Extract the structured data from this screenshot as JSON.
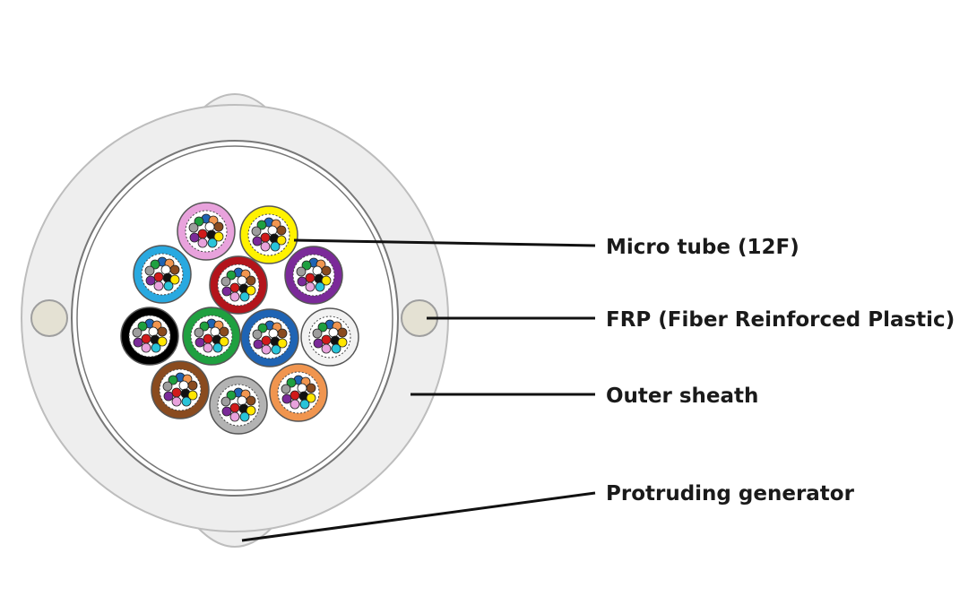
{
  "labels": {
    "micro_tube": "Micro tube (12F)",
    "frp": "FRP (Fiber Reinforced Plastic)",
    "outer_sheath": "Outer sheath",
    "protruding_generator": "Protruding generator"
  },
  "colors": {
    "sheath_fill": "#eeeeee",
    "sheath_stroke": "#bdbdbd",
    "core_fill": "#ffffff",
    "frp_fill": "#e4e1d3",
    "frp_stroke": "#9e9e9e",
    "leader_line": "#111111"
  },
  "micro_tubes": [
    {
      "position": "top-1",
      "color": "#e8a2dc"
    },
    {
      "position": "top-2",
      "color": "#fff200"
    },
    {
      "position": "row2-1",
      "color": "#29a9e0"
    },
    {
      "position": "row2-2",
      "color": "#b3141b"
    },
    {
      "position": "row2-3",
      "color": "#7b2a99"
    },
    {
      "position": "row3-1",
      "color": "#000000"
    },
    {
      "position": "row3-2",
      "color": "#1fa040"
    },
    {
      "position": "row3-3",
      "color": "#1f64b4"
    },
    {
      "position": "row3-4",
      "color": "#f2f2f2"
    },
    {
      "position": "row4-1",
      "color": "#8a4b1f"
    },
    {
      "position": "row4-2",
      "color": "#b3b3b3"
    },
    {
      "position": "row4-3",
      "color": "#f0954f"
    }
  ],
  "fiber_colors": [
    "#1f64b4",
    "#f0954f",
    "#1fa040",
    "#8a4b1f",
    "#9e9e9e",
    "#ffffff",
    "#d11a1a",
    "#111111",
    "#ffe600",
    "#7b2a99",
    "#e8a2dc",
    "#29c4d9"
  ]
}
